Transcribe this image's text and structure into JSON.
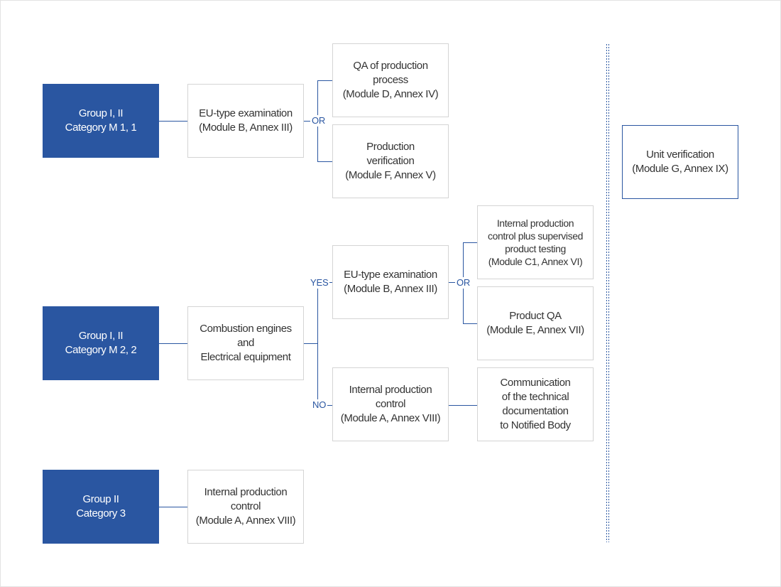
{
  "groups": [
    {
      "label": "Group I, II\nCategory M 1, 1"
    },
    {
      "label": "Group I, II\nCategory M 2, 2"
    },
    {
      "label": "Group II\nCategory 3"
    }
  ],
  "row1": {
    "eu_type": "EU-type examination\n(Module B, Annex III)",
    "qa_process": "QA of production\nprocess\n(Module D, Annex IV)",
    "production_verification": "Production\nverification\n(Module F, Annex V)",
    "or_label": "OR"
  },
  "row2": {
    "combustion": "Combustion engines\nand\nElectrical equipment",
    "eu_type": "EU-type examination\n(Module B, Annex III)",
    "internal_plus": "Internal production\ncontrol plus supervised\nproduct testing\n(Module C1, Annex VI)",
    "product_qa": "Product QA\n(Module E, Annex VII)",
    "internal_control": "Internal production\ncontrol\n(Module A, Annex VIII)",
    "communication": "Communication\nof the technical\ndocumentation\nto Notified Body",
    "yes_label": "YES",
    "no_label": "NO",
    "or_label": "OR"
  },
  "row3": {
    "internal_control": "Internal production\ncontrol\n(Module A, Annex VIII)"
  },
  "unit_verification": "Unit verification\n(Module G, Annex IX)",
  "colors": {
    "accent": "#2a56a1",
    "box_border": "#d4d4d4",
    "text": "#333333"
  }
}
